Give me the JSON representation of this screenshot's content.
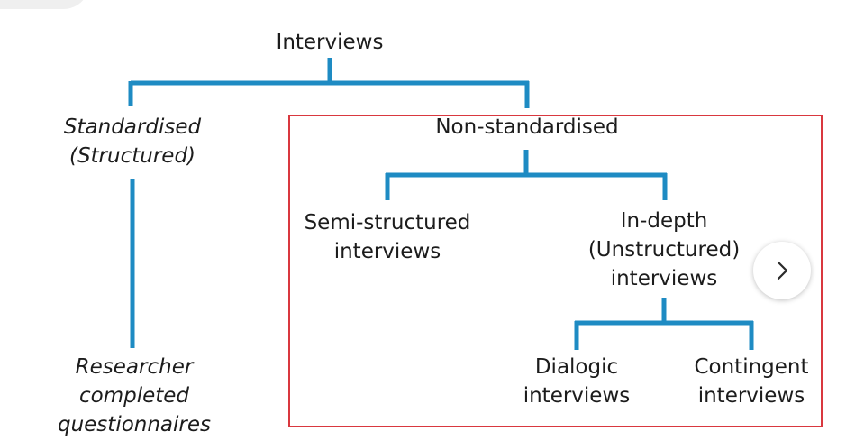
{
  "diagram": {
    "root": "Interviews",
    "standardised": [
      "Standardised",
      "(Structured)"
    ],
    "researcher": [
      "Researcher",
      "completed",
      "questionnaires"
    ],
    "non_standardised": "Non-standardised",
    "semi_structured": [
      "Semi-structured",
      "interviews"
    ],
    "in_depth": [
      "In-depth",
      "(Unstructured)",
      "interviews"
    ],
    "dialogic": [
      "Dialogic",
      "interviews"
    ],
    "contingent": [
      "Contingent",
      "interviews"
    ]
  },
  "colors": {
    "line": "#1e8bc3",
    "highlight": "#d9383f"
  },
  "icons": {
    "next": "chevron-right-icon"
  }
}
